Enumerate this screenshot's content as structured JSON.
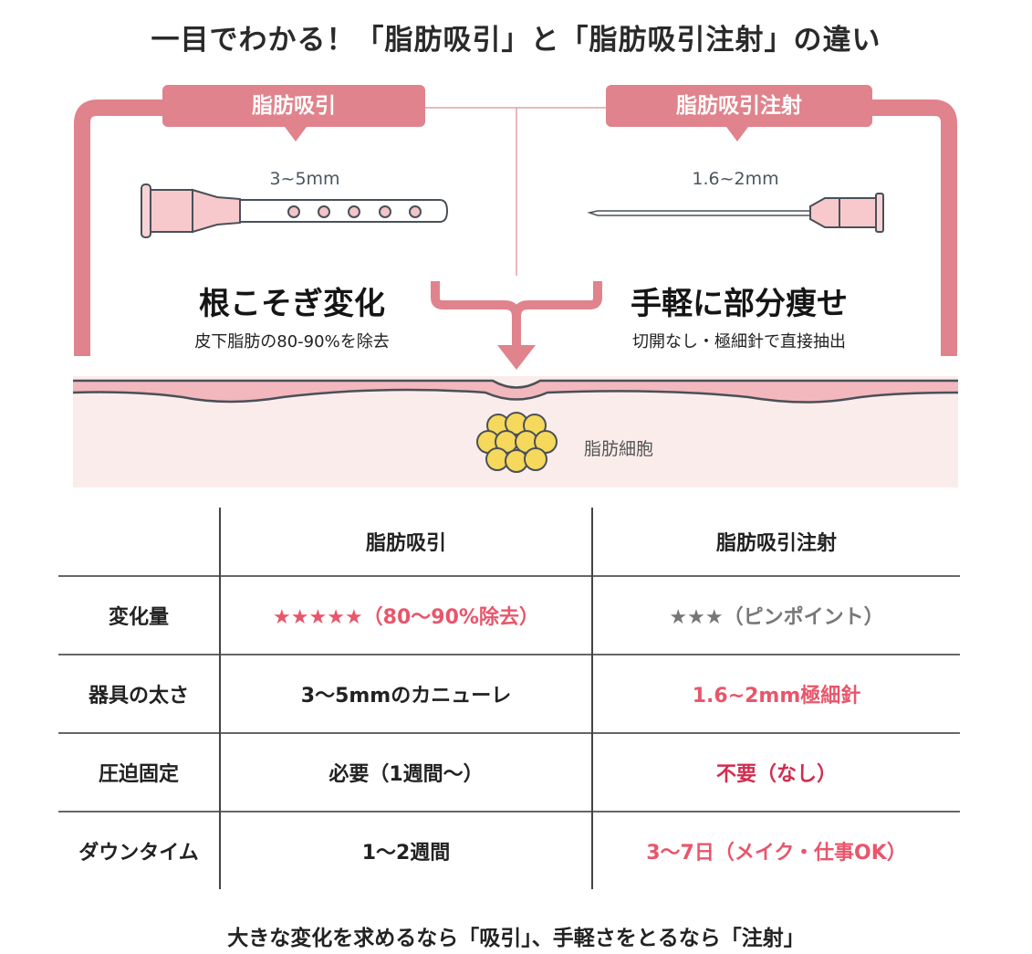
{
  "title": "一目でわかる！「脂肪吸引」と「脂肪吸引注射」の違い",
  "colors": {
    "accent_pink": "#e0838c",
    "text_pink": "#e8566b",
    "text_crimson": "#d12c4f",
    "star_gray": "#777777",
    "fat_yellow": "#f5d85c",
    "skin_pink": "#fbecec"
  },
  "diagram": {
    "left": {
      "label": "脂肪吸引",
      "instrument": "cannula-icon",
      "measure": "3~5mm",
      "headline": "根こそぎ変化",
      "description": "皮下脂肪の80-90%を除去"
    },
    "right": {
      "label": "脂肪吸引注射",
      "instrument": "needle-icon",
      "measure": "1.6~2mm",
      "headline": "手軽に部分痩せ",
      "description": "切開なし・極細針で直接抽出"
    },
    "fat_cells_label": "脂肪細胞"
  },
  "table": {
    "headers": [
      "",
      "脂肪吸引",
      "脂肪吸引注射"
    ],
    "rows": [
      {
        "label": "変化量",
        "left": "★★★★★（80〜90%除去）",
        "right": "★★★（ピンポイント）"
      },
      {
        "label": "器具の太さ",
        "left": "3〜5mmのカニューレ",
        "right": "1.6~2mm極細針"
      },
      {
        "label": "圧迫固定",
        "left": "必要（1週間〜）",
        "right": "不要（なし）"
      },
      {
        "label": "ダウンタイム",
        "left": "1〜2週間",
        "right": "3〜7日（メイク・仕事OK）"
      }
    ]
  },
  "footer": "大きな変化を求めるなら「吸引」、手軽さをとるなら「注射」"
}
